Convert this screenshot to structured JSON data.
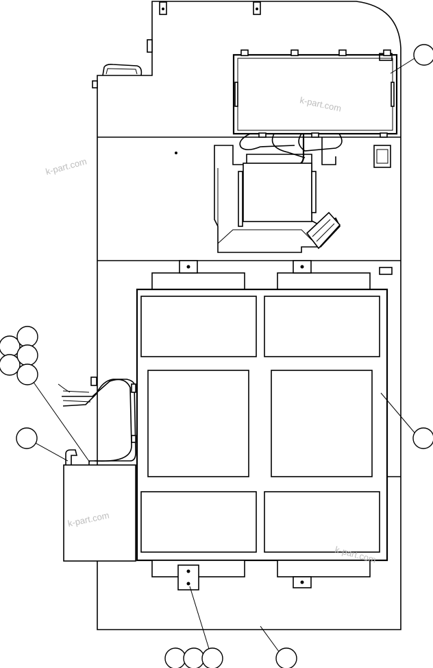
{
  "watermarks": [
    "k-part.com",
    "k-part.com",
    "k-part.com",
    "k-part.com"
  ],
  "colors": {
    "line": "#000000",
    "background": "#ffffff",
    "watermark": "#bdbdbd"
  }
}
